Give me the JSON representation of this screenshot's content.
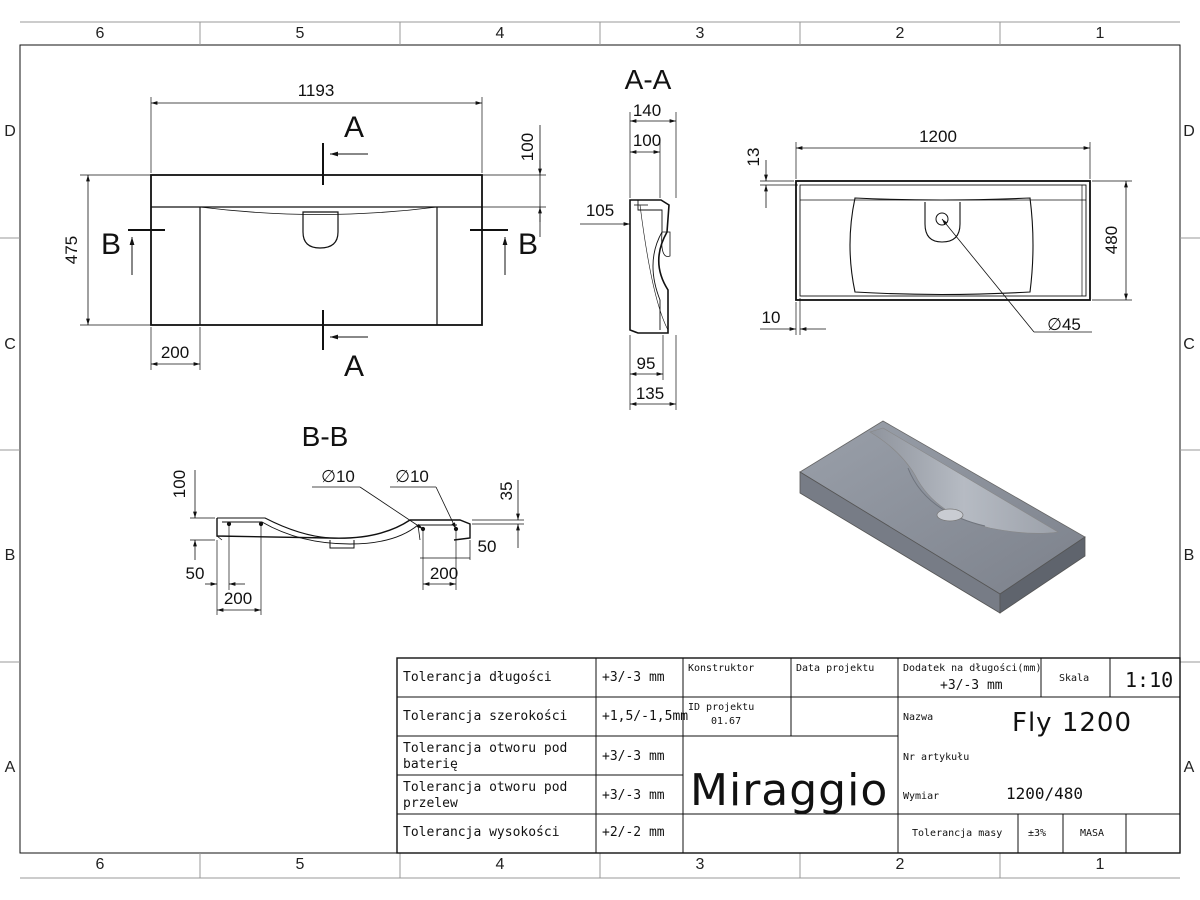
{
  "zones": {
    "columns": [
      "6",
      "5",
      "4",
      "3",
      "2",
      "1"
    ],
    "rows": [
      "D",
      "C",
      "B",
      "A"
    ]
  },
  "sections": {
    "aa": "A-A",
    "bb": "B-B",
    "cut_a": "A",
    "cut_b": "B"
  },
  "dimensions": {
    "top_length": "1193",
    "top_depth_back": "100",
    "top_width": "475",
    "top_offset": "200",
    "aa_total": "140",
    "aa_inner": "100",
    "aa_height": "105",
    "aa_base_inner": "95",
    "aa_base_total": "135",
    "right_length": "1200",
    "right_rim": "13",
    "right_width": "480",
    "right_edge": "10",
    "drain_dia": "∅45",
    "bb_depth": "100",
    "bb_hole_1": "∅10",
    "bb_hole_2": "∅10",
    "bb_rise": "35",
    "bb_right_step": "50",
    "bb_right_span": "200",
    "bb_left_step": "50",
    "bb_left_span": "200"
  },
  "title_block": {
    "rows": [
      {
        "label": "Tolerancja długości",
        "value": "+3/-3 mm"
      },
      {
        "label": "Tolerancja szerokości",
        "value": "+1,5/-1,5mm"
      },
      {
        "label": "Tolerancja otworu pod baterię",
        "value": "+3/-3 mm"
      },
      {
        "label": "Tolerancja otworu pod przelew",
        "value": "+3/-3 mm"
      },
      {
        "label": "Tolerancja wysokości",
        "value": "+2/-2 mm"
      }
    ],
    "konstruktor": "Konstruktor",
    "data_projektu": "Data projektu",
    "id_projektu_label": "ID projektu",
    "id_projektu_value": "01.67",
    "dodatek_label": "Dodatek na długości(mm)",
    "dodatek_value": "+3/-3 mm",
    "skala_label": "Skala",
    "skala_value": "1:10",
    "nazwa_label": "Nazwa",
    "nazwa_value": "Fly 1200",
    "nr_artykulu_label": "Nr artykułu",
    "wymiar_label": "Wymiar",
    "wymiar_value": "1200/480",
    "tolerancja_masy_label": "Tolerancja masy",
    "tolerancja_masy_value": "±3%",
    "masa_label": "MASA",
    "brand": "Miraggio"
  },
  "colors": {
    "line": "#111111",
    "render_top": "#8a8f99",
    "render_side": "#6b7079",
    "render_front": "#7a7f88",
    "render_basin": "#a2a7b0"
  }
}
